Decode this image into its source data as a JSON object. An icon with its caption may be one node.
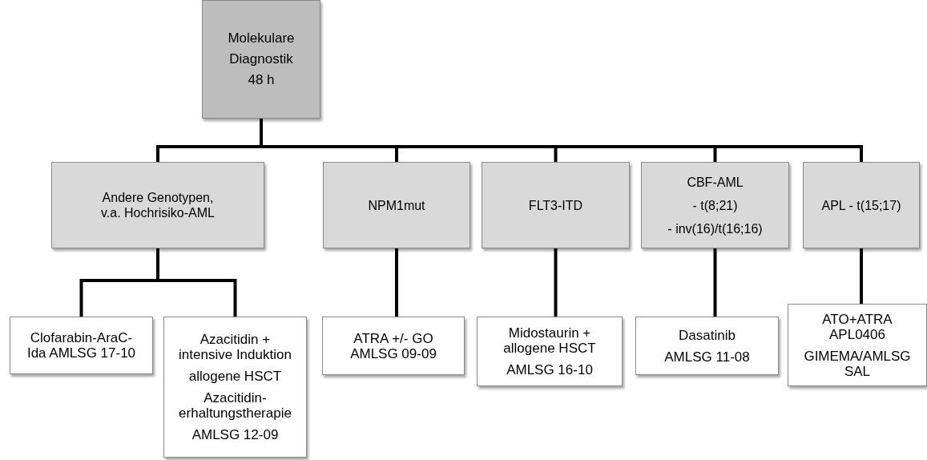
{
  "diagram": {
    "nodes": [
      {
        "text": [
          "Molekulare Diagnostik 48 h"
        ]
      },
      {
        "text": [
          "Andere Genotypen, v.a. Hochrisiko-AML"
        ]
      },
      {
        "text": [
          "NPM1mut"
        ]
      },
      {
        "text": [
          "FLT3-ITD"
        ]
      },
      {
        "text": [
          "CBF-AML",
          "- t(8;21)",
          "- inv(16)/t(16;16)"
        ]
      },
      {
        "text": [
          "APL - t(15;17)"
        ]
      },
      {
        "text": [
          "Clofarabin-AraC-Ida AMLSG 17-10"
        ]
      },
      {
        "text": [
          "Azacitidin + intensive Induktion",
          "allogene HSCT",
          "Azacitidin-erhaltungstherapie",
          "AMLSG 12-09"
        ]
      },
      {
        "text": [
          "ATRA +/- GO AMLSG 09-09"
        ]
      },
      {
        "text": [
          "Midostaurin + allogene HSCT",
          "AMLSG 16-10"
        ]
      },
      {
        "text": [
          "Dasatinib",
          "AMLSG 11-08"
        ]
      },
      {
        "text": [
          "ATO+ATRA APL0406",
          "GIMEMA/AMLSG SAL"
        ]
      }
    ],
    "edges": [
      {
        "from": 0,
        "to": 1,
        "arrow": "none"
      },
      {
        "from": 0,
        "to": 2,
        "arrow": "none"
      },
      {
        "from": 0,
        "to": 3,
        "arrow": "none"
      },
      {
        "from": 0,
        "to": 4,
        "arrow": "none"
      },
      {
        "from": 0,
        "to": 5,
        "arrow": "none"
      },
      {
        "from": 1,
        "to": 6,
        "arrow": "none"
      },
      {
        "from": 1,
        "to": 7,
        "arrow": "none"
      },
      {
        "from": 2,
        "to": 8,
        "arrow": "none"
      },
      {
        "from": 3,
        "to": 9,
        "arrow": "none"
      },
      {
        "from": 4,
        "to": 10,
        "arrow": "none"
      },
      {
        "from": 5,
        "to": 11,
        "arrow": "none"
      }
    ]
  }
}
